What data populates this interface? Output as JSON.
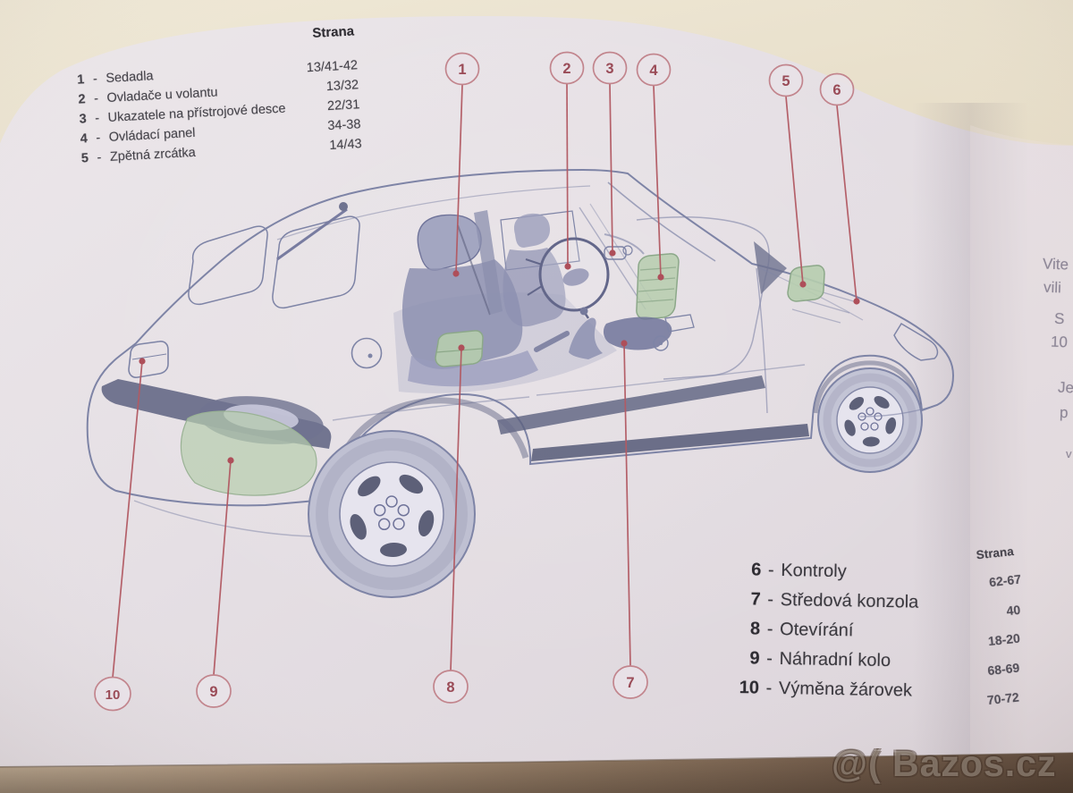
{
  "legend_top": {
    "header": "Strana",
    "separator": "-",
    "items": [
      {
        "num": "1",
        "label": "Sedadla",
        "pages": "13/41-42"
      },
      {
        "num": "2",
        "label": "Ovladače u volantu",
        "pages": "13/32"
      },
      {
        "num": "3",
        "label": "Ukazatele na přístrojové desce",
        "pages": "22/31"
      },
      {
        "num": "4",
        "label": "Ovládací panel",
        "pages": "34-38"
      },
      {
        "num": "5",
        "label": "Zpětná zrcátka",
        "pages": "14/43"
      }
    ]
  },
  "legend_bottom": {
    "header": "Strana",
    "separator": "-",
    "items": [
      {
        "num": "6",
        "label": "Kontroly",
        "pages": "62-67"
      },
      {
        "num": "7",
        "label": "Středová konzola",
        "pages": "40"
      },
      {
        "num": "8",
        "label": "Otevírání",
        "pages": "18-20"
      },
      {
        "num": "9",
        "label": "Náhradní kolo",
        "pages": "68-69"
      },
      {
        "num": "10",
        "label": "Výměna žárovek",
        "pages": "70-72"
      }
    ]
  },
  "callouts": {
    "c1": "1",
    "c2": "2",
    "c3": "3",
    "c4": "4",
    "c5": "5",
    "c6": "6",
    "c7": "7",
    "c8": "8",
    "c9": "9",
    "c10": "10"
  },
  "next_page_fragments": {
    "f1": "Vite",
    "f2": "vili",
    "f3": "S",
    "f4": "10",
    "f5": "Je",
    "f6": "p",
    "f7": "v"
  },
  "watermark": {
    "text": "@( Bazos.cz"
  },
  "colors": {
    "callout_red": "#9a4b57",
    "leader_red": "#b25a63",
    "highlight_green": "#b6cdae",
    "car_line": "#7e84a6",
    "page_background": "#e5dfe4",
    "fabric_background": "#e9e1cf",
    "table_brown": "#6b5443"
  }
}
